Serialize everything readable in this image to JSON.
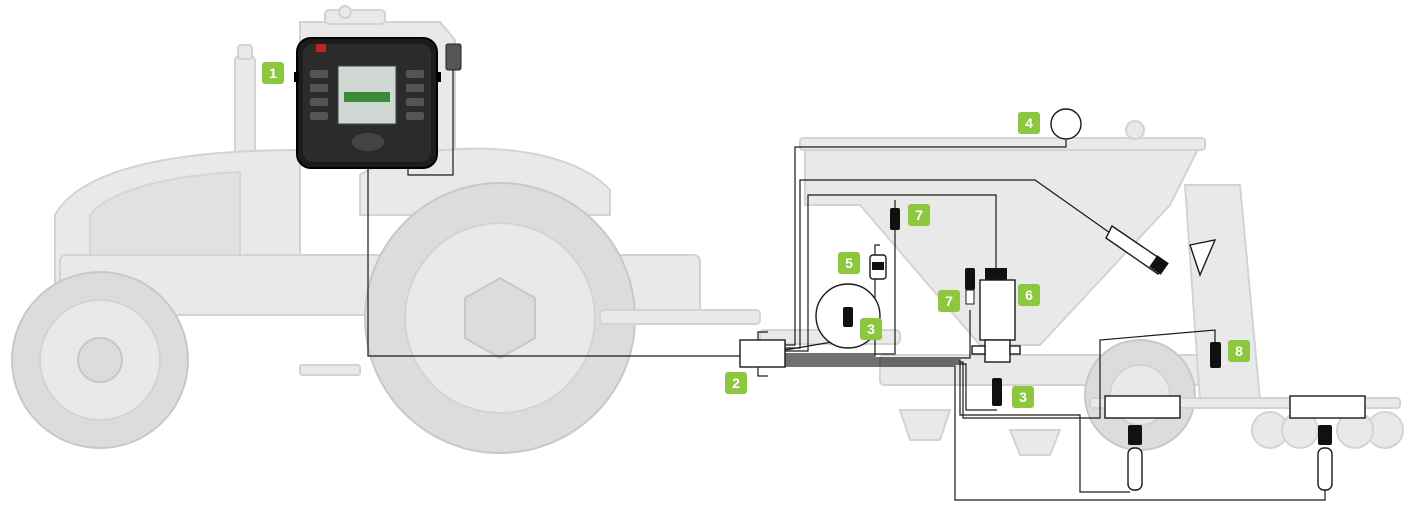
{
  "badge_color": "#8dc63f",
  "badges": [
    {
      "id": "console",
      "label": "1"
    },
    {
      "id": "junction-box",
      "label": "2"
    },
    {
      "id": "speed-sensor-wheel",
      "label": "3"
    },
    {
      "id": "speed-sensor-metering",
      "label": "3"
    },
    {
      "id": "hopper-level",
      "label": "4"
    },
    {
      "id": "pressure-sensor",
      "label": "5"
    },
    {
      "id": "metering-motor",
      "label": "6"
    },
    {
      "id": "sensor-upper",
      "label": "7"
    },
    {
      "id": "sensor-left-of-motor",
      "label": "7"
    },
    {
      "id": "lift-sensor",
      "label": "8"
    }
  ]
}
